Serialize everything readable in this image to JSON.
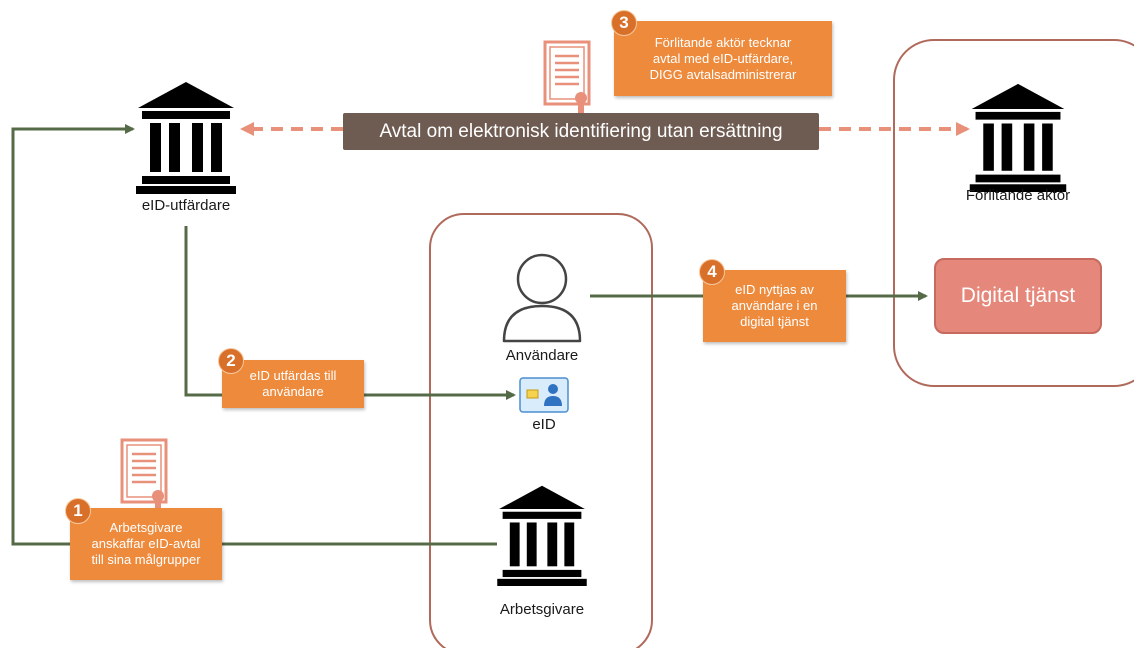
{
  "labels": {
    "issuer": "eID-utfärdare",
    "relying_party": "Förlitande aktör",
    "user": "Användare",
    "eid": "eID",
    "employer": "Arbetsgivare"
  },
  "agreement_banner": "Avtal om elektronisk identifiering utan ersättning",
  "digital_service": "Digital tjänst",
  "steps": [
    {
      "number": "1",
      "text": "Arbetsgivare\nanskaffar eID-avtal\ntill sina målgrupper"
    },
    {
      "number": "2",
      "text": "eID utfärdas till\nanvändare"
    },
    {
      "number": "3",
      "text": "Förlitande aktör tecknar\navtal med eID-utfärdare,\nDIGG avtalsadministrerar"
    },
    {
      "number": "4",
      "text": "eID nyttjas av\nanvändare i en\ndigital tjänst"
    }
  ],
  "colors": {
    "step_box": "#ee8a3c",
    "badge": "#d9702a",
    "flow_line": "#556b48",
    "dashed_arrow": "#e8907a",
    "group_border": "#b06a5c",
    "banner": "#6e5b52",
    "service_box": "#e5877a"
  },
  "icons": [
    "bank-icon",
    "user-icon",
    "id-card-icon",
    "contract-document-icon"
  ]
}
